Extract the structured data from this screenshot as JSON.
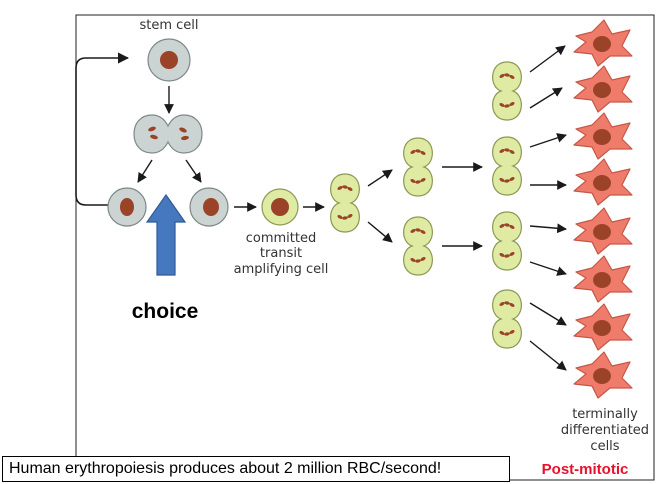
{
  "labels": {
    "stem_cell": "stem cell",
    "committed_line1": "committed",
    "committed_line2": "transit",
    "committed_line3": "amplifying cell",
    "choice": "choice",
    "terminal_line1": "terminally",
    "terminal_line2": "differentiated",
    "terminal_line3": "cells",
    "post_mitotic": "Post-mitotic",
    "caption": "Human erythropoiesis produces about 2 million RBC/second!"
  },
  "colors": {
    "stem_cell_fill": "#ccd3d3",
    "nucleus": "#9a4328",
    "green_cell_fill": "#dfeaa2",
    "differentiated_fill": "#ef7c6a",
    "choice_arrow": "#4678bf",
    "post_mitotic_text": "#e8102a"
  }
}
